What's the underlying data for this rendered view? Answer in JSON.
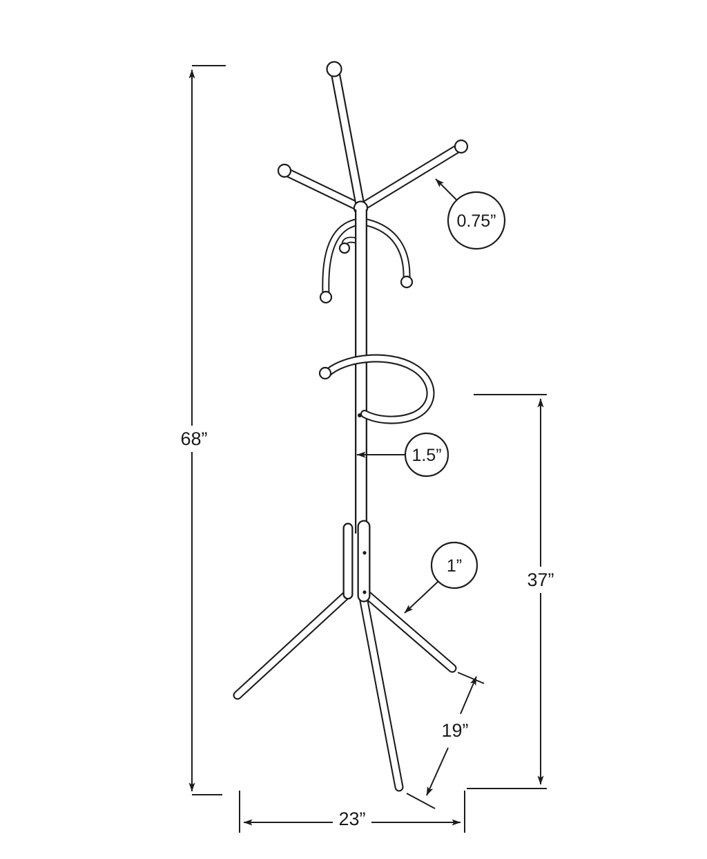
{
  "page": {
    "background": "#ffffff"
  },
  "diagram": {
    "name": "Coat rack dimension line drawing",
    "line_color": "#1c1c1c",
    "text_color": "#1a1a1a",
    "labels": {
      "overall_height": "68”",
      "leg_section_height": "37”",
      "base_width": "23”",
      "leg_length": "19”",
      "hook_tube_diameter": "0.75”",
      "pole_tube_diameter": "1.5”",
      "leg_tube_diameter": "1”"
    }
  }
}
